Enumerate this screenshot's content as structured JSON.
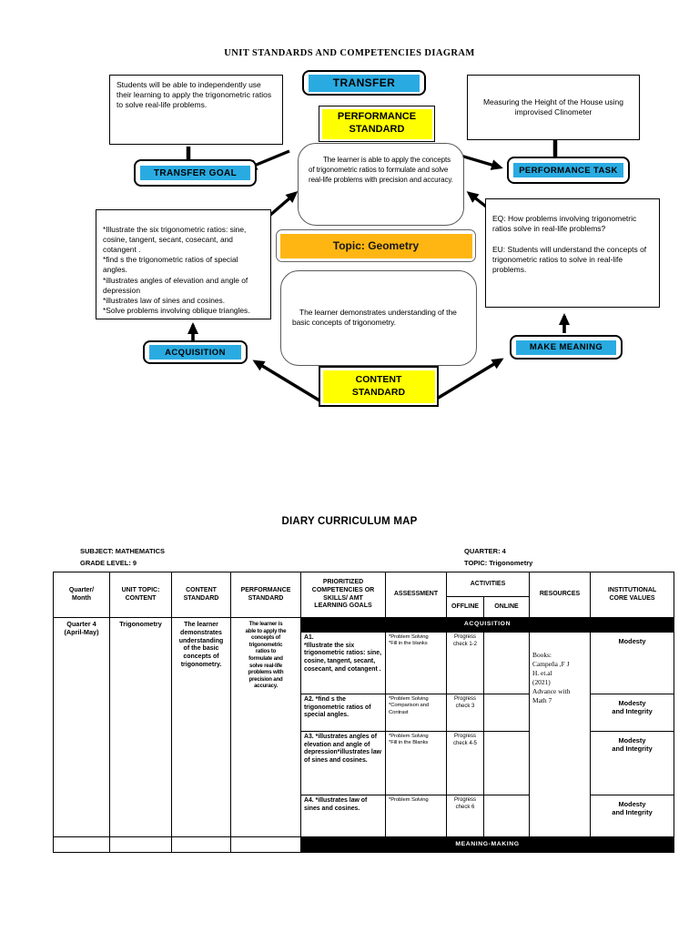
{
  "colors": {
    "badge_blue": "#29abe2",
    "standard_yellow": "#ffff00",
    "topic_orange": "#ffb612",
    "band_black": "#000000"
  },
  "diagram": {
    "title": "UNIT STANDARDS AND COMPETENCIES DIAGRAM",
    "labels": {
      "transfer": "TRANSFER",
      "transfer_goal": "TRANSFER GOAL",
      "performance_standard": "PERFORMANCE STANDARD",
      "performance_task": "PERFORMANCE TASK",
      "acquisition": "ACQUISITION",
      "make_meaning": "MAKE MEANING",
      "content_standard": "CONTENT STANDARD",
      "topic": "Topic: Geometry"
    },
    "boxes": {
      "transfer_goal_text": "Students will be able to independently use their learning to apply the trigonometric ratios to solve real-life problems.",
      "performance_task_text": "Measuring the Height of the House using improvised Clinometer",
      "performance_standard_text": "The learner is able to apply the concepts of trigonometric ratios to formulate and solve real-life problems with precision and accuracy.",
      "acquisition_text": "*Illustrate the six trigonometric ratios: sine, cosine, tangent, secant, cosecant,  and cotangent .\n*find s the trigonometric ratios of special angles.\n*illustrates angles of elevation and angle of depression\n*illustrates law of sines and cosines.\n*Solve problems involving oblique triangles.",
      "make_meaning_text": "EQ: How problems involving trigonometric ratios solve in real-life problems?\n\nEU: Students will understand the concepts of trigonometric ratios to solve in real-life problems.",
      "content_standard_text": "The learner demonstrates understanding of the basic concepts of trigonometry."
    }
  },
  "curriculum_map": {
    "title": "DIARY CURRICULUM MAP",
    "meta": {
      "subject": "SUBJECT:  MATHEMATICS",
      "grade_level": "GRADE LEVEL:  9",
      "quarter": "QUARTER: 4",
      "topic": "TOPIC: Trigonometry"
    },
    "headers": {
      "quarter_month": "Quarter/\nMonth",
      "unit_topic": "UNIT TOPIC:\nCONTENT",
      "content_standard": "CONTENT\nSTANDARD",
      "performance_standard": "PERFORMANCE\nSTANDARD",
      "goals": "PRIORITIZED\nCOMPETENCIES OR\nSKILLS/ AMT\nLEARNING GOALS",
      "assessment": "ASSESSMENT",
      "activities": "ACTIVITIES",
      "offline": "OFFLINE",
      "online": "ONLINE",
      "resources": "RESOURCES",
      "core_values": "INSTITUTIONAL\nCORE VALUES"
    },
    "bands": {
      "acquisition": "ACQUISITION",
      "meaning_making": "MEANING-MAKING"
    },
    "row_group": {
      "quarter": "Quarter 4\n(April-May)",
      "unit_topic": "Trigonometry",
      "content_standard": "The learner\ndemonstrates\nunderstanding\nof the basic\nconcepts of\ntrigonometry.",
      "performance_standard": "The learner is\nable to apply the\nconcepts of\ntrigonometric\nratios to\nformulate and\nsolve real-life\nproblems with\nprecision and\naccuracy.",
      "resources": "Books:\nCampeña ,F J\nH.  et.al\n(2021)\nAdvance with\nMath 7"
    },
    "rows": [
      {
        "goal": "A1.\n*Illustrate the six trigonometric ratios: sine, cosine, tangent, secant, cosecant, and cotangent .",
        "assessment": "*Problem Solving\n*Fill in the blanks",
        "offline": "Progress\ncheck 1-2",
        "online": "",
        "core_values": "Modesty"
      },
      {
        "goal": "A2. *find s the trigonometric ratios of special angles.",
        "assessment": "*Problem Solving\n*Comparison and\nContrast",
        "offline": "Progress\ncheck 3",
        "online": "",
        "core_values": "Modesty\nand Integrity"
      },
      {
        "goal": "A3. *illustrates angles of elevation and angle of depression*illustrates law of sines and cosines.",
        "assessment": "*Problem Solving\n*Fill in the Blanks",
        "offline": "Progress\ncheck 4-5",
        "online": "",
        "core_values": "Modesty\nand Integrity"
      },
      {
        "goal": "A4. *illustrates law of sines and cosines.",
        "assessment": "*Problem Solving",
        "offline": "Progress\ncheck 6",
        "online": "",
        "core_values": "Modesty\nand Integrity"
      }
    ]
  }
}
